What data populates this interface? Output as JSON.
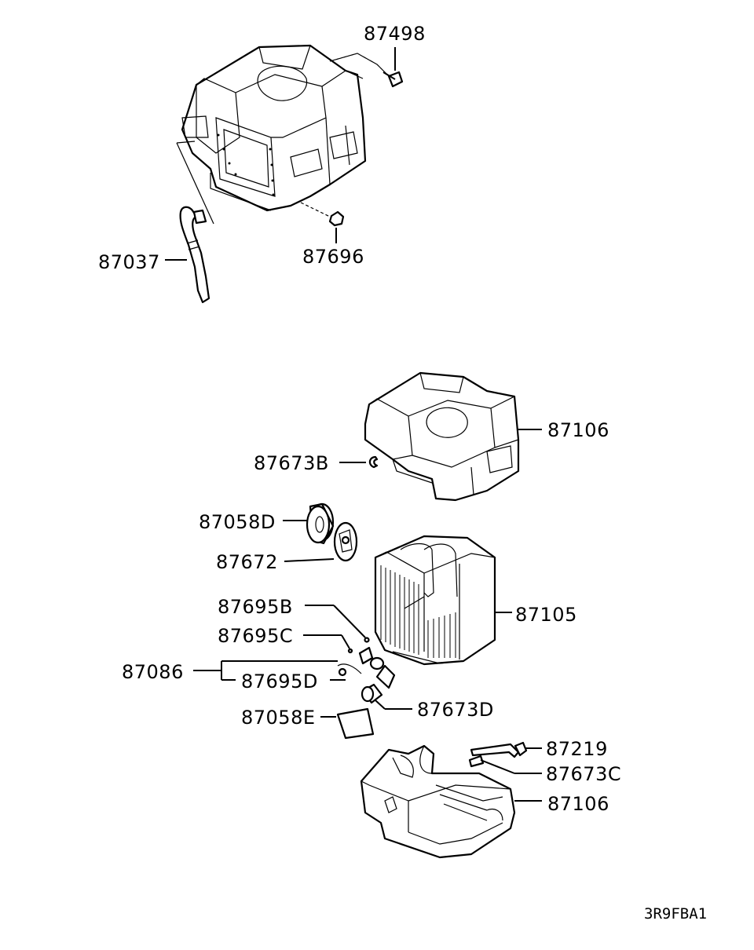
{
  "diagram": {
    "labels": {
      "p87498": "87498",
      "p87037": "87037",
      "p87696": "87696",
      "p87106_top": "87106",
      "p87673B": "87673B",
      "p87058D": "87058D",
      "p87672": "87672",
      "p87105": "87105",
      "p87695B": "87695B",
      "p87695C": "87695C",
      "p87086": "87086",
      "p87695D": "87695D",
      "p87673D": "87673D",
      "p87058E": "87058E",
      "p87219": "87219",
      "p87673C": "87673C",
      "p87106_bottom": "87106"
    },
    "diagram_code": "3R9FBA1"
  }
}
